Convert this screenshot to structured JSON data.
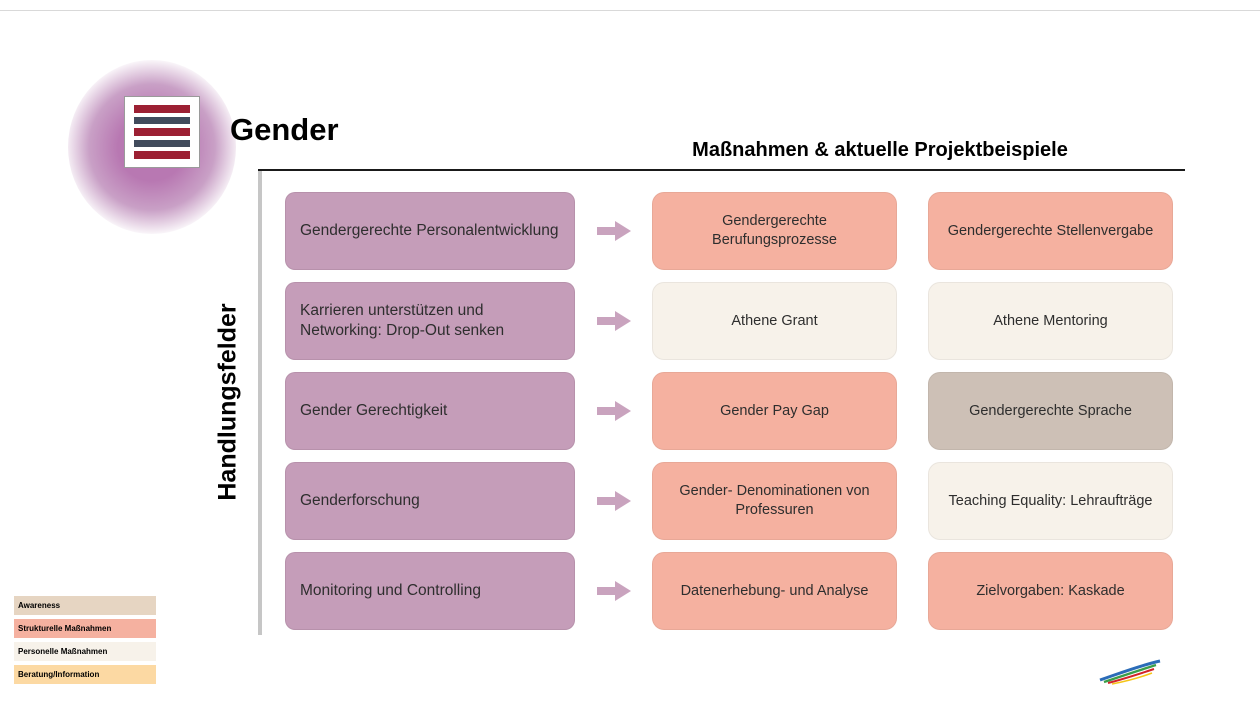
{
  "header": {
    "title": "Gender",
    "subtitle": "Maßnahmen & aktuelle Projektbeispiele"
  },
  "sidebar_label": "Handlungsfelder",
  "colors": {
    "field_box": "#c59db9",
    "arrow": "#c9a3be",
    "salmon": "#f5b1a0",
    "cream": "#f7f2ea",
    "tan": "#cdc0b6",
    "legend_awareness": "#e6d5c2",
    "legend_beratung": "#fcd9a3",
    "logo_stripe_red": "#9c2033",
    "logo_stripe_slate": "#414b5c",
    "blob_purple": "#b878b2"
  },
  "rows": [
    {
      "field": "Gendergerechte Personalentwicklung",
      "examples": [
        {
          "label": "Gendergerechte Berufungsprozesse",
          "color": "#f5b1a0"
        },
        {
          "label": "Gendergerechte Stellenvergabe",
          "color": "#f5b1a0"
        }
      ]
    },
    {
      "field": "Karrieren unterstützen und Networking: Drop-Out senken",
      "examples": [
        {
          "label": "Athene Grant",
          "color": "#f7f2ea"
        },
        {
          "label": "Athene Mentoring",
          "color": "#f7f2ea"
        }
      ]
    },
    {
      "field": "Gender Gerechtigkeit",
      "examples": [
        {
          "label": "Gender Pay Gap",
          "color": "#f5b1a0"
        },
        {
          "label": "Gendergerechte Sprache",
          "color": "#cdc0b6"
        }
      ]
    },
    {
      "field": "Genderforschung",
      "examples": [
        {
          "label": "Gender- Denominationen von Professuren",
          "color": "#f5b1a0"
        },
        {
          "label": "Teaching Equality: Lehraufträge",
          "color": "#f7f2ea"
        }
      ]
    },
    {
      "field": "Monitoring und Controlling",
      "examples": [
        {
          "label": "Datenerhebung- und Analyse",
          "color": "#f5b1a0"
        },
        {
          "label": "Zielvorgaben: Kaskade",
          "color": "#f5b1a0"
        }
      ]
    }
  ],
  "legend": [
    {
      "label": "Awareness",
      "color": "#e6d5c2"
    },
    {
      "label": "Strukturelle Maßnahmen",
      "color": "#f5b1a0"
    },
    {
      "label": "Personelle Maßnahmen",
      "color": "#f7f2ea"
    },
    {
      "label": "Beratung/Information",
      "color": "#fcd9a3"
    }
  ]
}
